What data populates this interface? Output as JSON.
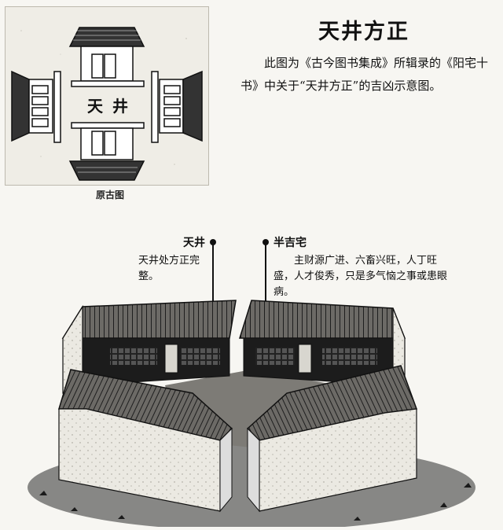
{
  "title": "天井方正",
  "description": "此图为《古今图书集成》所辑录的《阳宅十书》中关于“天井方正”的吉凶示意图。",
  "original_caption": "原古图",
  "courtyard_char_1": "天",
  "courtyard_char_2": "井",
  "labels": {
    "tianjing": {
      "title": "天井",
      "text": "天井处方正完整。"
    },
    "banjizhai": {
      "title": "半吉宅",
      "text": "主财源广进、六畜兴旺，人丁旺盛，人才俊秀，只是多气恼之事或患眼病。"
    }
  }
}
